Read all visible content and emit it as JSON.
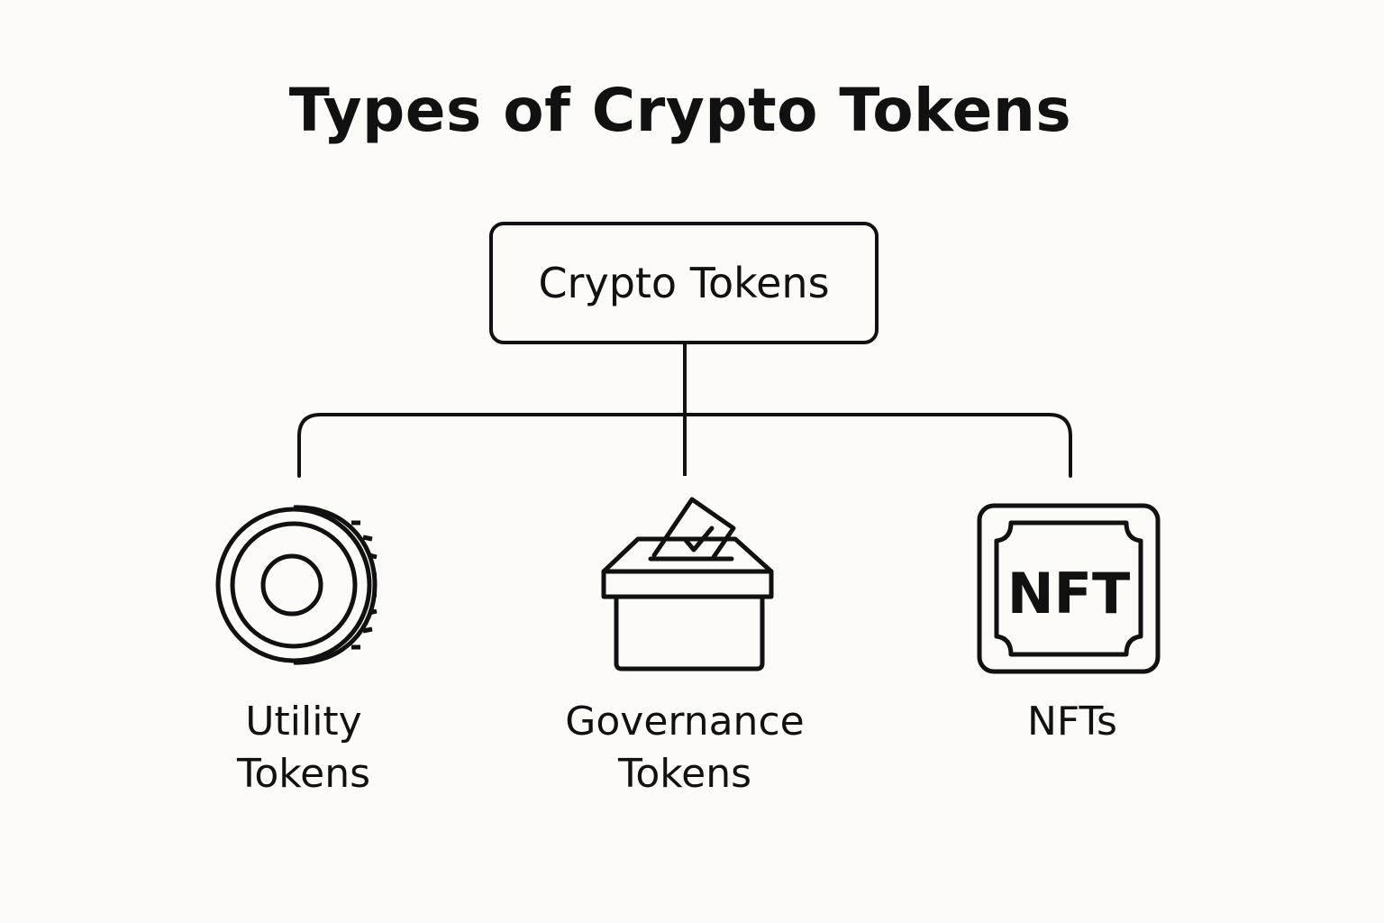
{
  "diagram": {
    "title": "Types of Crypto Tokens",
    "root": {
      "label": "Crypto Tokens"
    },
    "children": [
      {
        "label_line1": "Utility",
        "label_line2": "Tokens",
        "icon": "coin-icon"
      },
      {
        "label_line1": "Governance",
        "label_line2": "Tokens",
        "icon": "ballot-box-icon"
      },
      {
        "label_line1": "NFTs",
        "label_line2": "",
        "icon": "nft-certificate-icon",
        "icon_text": "NFT"
      }
    ]
  },
  "colors": {
    "background": "#fcfbf7",
    "stroke": "#111111"
  }
}
